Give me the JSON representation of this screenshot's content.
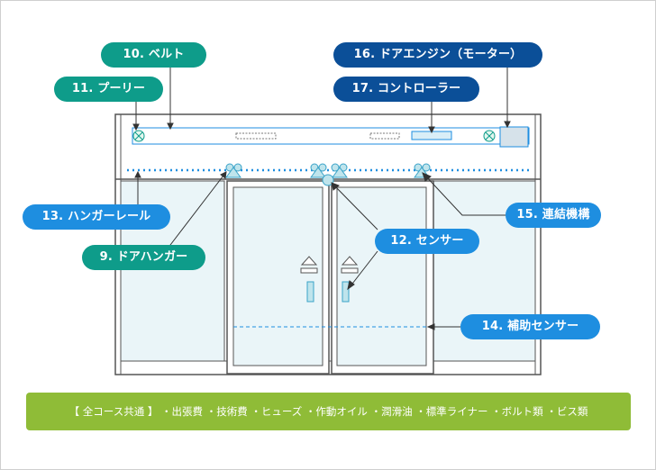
{
  "labels": {
    "belt": "10. ベルト",
    "pulley": "11. プーリー",
    "door_engine": "16. ドアエンジン（モーター）",
    "controller": "17. コントローラー",
    "hanger_rail": "13. ハンガーレール",
    "coupling": "15. 連結機構",
    "door_hanger": "9. ドアハンガー",
    "sensor": "12. センサー",
    "aux_sensor": "14. 補助センサー"
  },
  "footer": {
    "text": "【 全コース共通 】 ・出張費 ・技術費 ・ヒューズ ・作動オイル ・潤滑油 ・標準ライナー ・ボルト類 ・ビス類"
  },
  "colors": {
    "teal": "#0e9c8a",
    "navy": "#0b4f98",
    "blue": "#1e8ee0",
    "green": "#8fbc37",
    "frame": "#555555",
    "glass": "#eaf5f8"
  }
}
